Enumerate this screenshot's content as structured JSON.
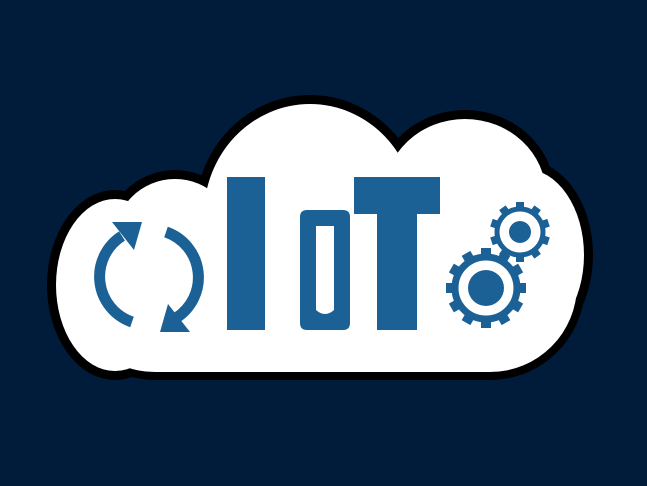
{
  "logo": {
    "text_i": "I",
    "text_o": "o",
    "text_t": "T",
    "icons": [
      "sync-arrows-icon",
      "gears-icon"
    ]
  },
  "colors": {
    "background": "#011c3b",
    "cloud_fill": "#ffffff",
    "cloud_outline": "#000000",
    "brand_blue": "#1b6196"
  }
}
